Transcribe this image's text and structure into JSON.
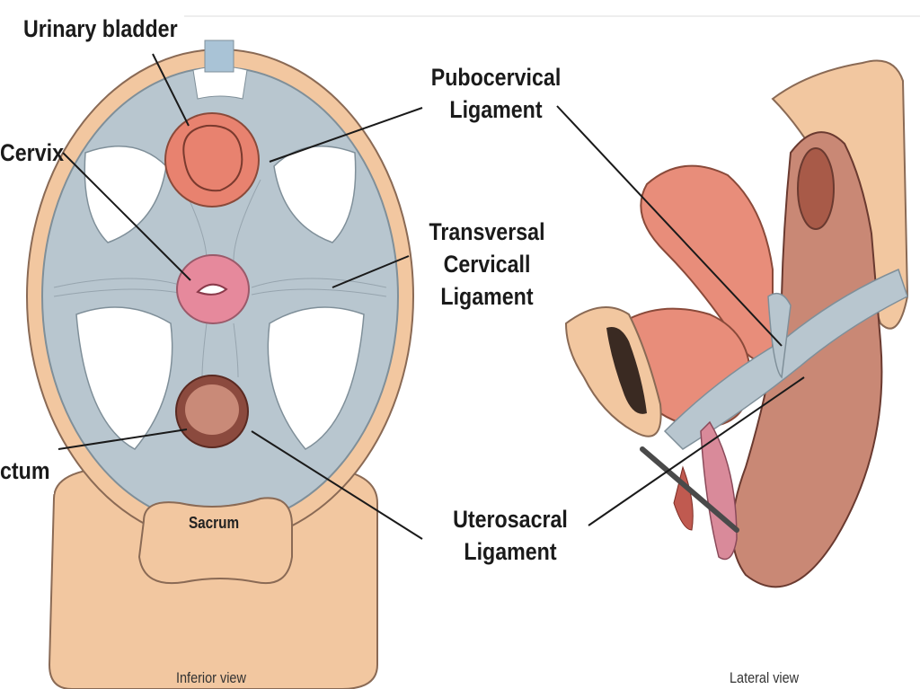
{
  "labels": {
    "urinary_bladder": "Urinary bladder",
    "cervix": "Cervix",
    "rectum": "ctum",
    "pubocervical": [
      "Pubocervical",
      "Ligament"
    ],
    "transversal": [
      "Transversal",
      "Cervicall",
      "Ligament"
    ],
    "uterosacral": [
      "Uterosacral",
      "Ligament"
    ],
    "sacrum": "Sacrum"
  },
  "captions": {
    "inferior": "Inferior view",
    "lateral": "Lateral view"
  },
  "colors": {
    "skin": "#f2c7a0",
    "skin_outline": "#8a6a55",
    "ligament": "#b8c6cf",
    "ligament_line": "#7f8f99",
    "bladder": "#e8826f",
    "cervix": "#e6899c",
    "rectum_outer": "#8b4a3e",
    "rectum_inner": "#c98a78",
    "muscle": "#c98875",
    "uterus": "#e88d7a"
  }
}
